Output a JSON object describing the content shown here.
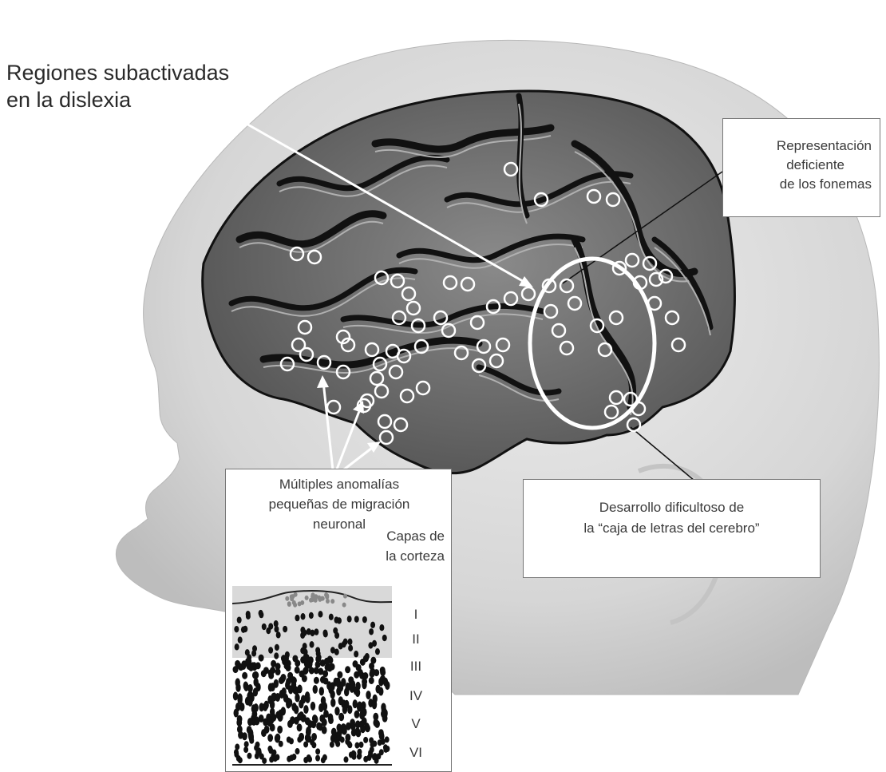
{
  "title": {
    "line1": "Regiones subactivadas",
    "line2": "en la dislexia"
  },
  "box_fonemas": {
    "line1": "Representación",
    "line2": "deficiente",
    "line3": "de los fonemas"
  },
  "box_caja": {
    "line1": "Desarrollo dificultoso de",
    "line2": "la “caja de letras del cerebro”"
  },
  "box_migracion": {
    "line1": "Múltiples anomalías",
    "line2": "pequeñas de migración",
    "line3": "neuronal",
    "capas_line1": "Capas de",
    "capas_line2": "la corteza",
    "layers": [
      "I",
      "II",
      "III",
      "IV",
      "V",
      "VI"
    ]
  },
  "colors": {
    "head": "#d8d8d8",
    "brain_dark": "#1a1a1a",
    "brain_gyri": "#9a9a9a",
    "markers": "#ffffff"
  }
}
